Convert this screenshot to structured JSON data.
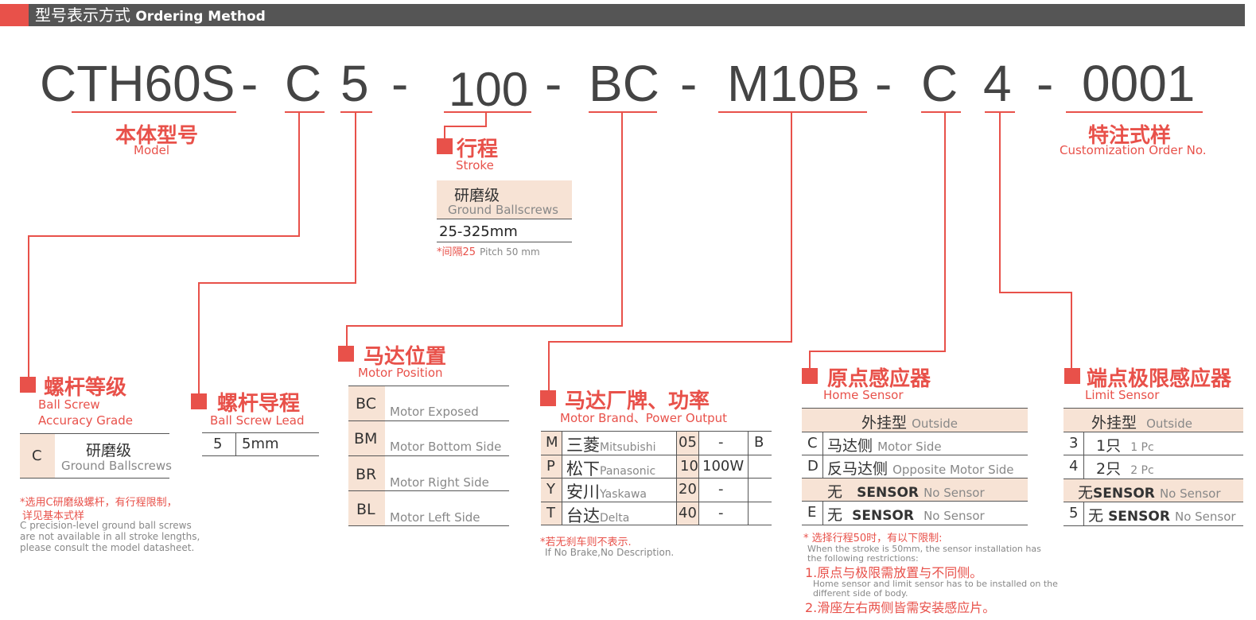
{
  "header": {
    "title_cn": "型号表示方式",
    "title_en": "Ordering Method"
  },
  "code": {
    "model": "CTH60S",
    "dash": "-",
    "c": "C",
    "five": "5",
    "stroke": "100",
    "bc": "BC",
    "m10b": "M10B",
    "c2": "C",
    "four": "4",
    "order": "0001"
  },
  "model": {
    "cn": "本体型号",
    "en": "Model"
  },
  "custom": {
    "cn": "特注式样",
    "en": "Customization Order No."
  },
  "stroke": {
    "cn": "行程",
    "en": "Stroke",
    "grade_cn": "研磨级",
    "grade_en": "Ground Ballscrews",
    "range": "25-325mm",
    "note_cn": "*间隔25",
    "note_en": "Pitch 50 mm"
  },
  "accuracy": {
    "cn": "螺杆等级",
    "en1": "Ball Screw",
    "en2": "Accuracy Grade",
    "code": "C",
    "grade_cn": "研磨级",
    "grade_en": "Ground Ballscrews",
    "note1": "*选用C研磨级螺杆，有行程限制，",
    "note2": "详见基本式样",
    "note3": "C precision-level ground ball screws",
    "note4": "are not available in all stroke lengths,",
    "note5": "please consult the model datasheet."
  },
  "lead": {
    "cn": "螺杆导程",
    "en": "Ball Screw Lead",
    "code": "5",
    "value": "5mm"
  },
  "motor_pos": {
    "cn": "马达位置",
    "en": "Motor Position",
    "rows": [
      {
        "code": "BC",
        "desc": "Motor Exposed"
      },
      {
        "code": "BM",
        "desc": "Motor Bottom Side"
      },
      {
        "code": "BR",
        "desc": "Motor Right Side"
      },
      {
        "code": "BL",
        "desc": "Motor Left Side"
      }
    ]
  },
  "brand": {
    "cn": "马达厂牌、功率",
    "en": "Motor Brand、Power Output",
    "rows": [
      {
        "code": "M",
        "cn": "三菱",
        "en": "Mitsubishi",
        "p": "05",
        "w": "-"
      },
      {
        "code": "P",
        "cn": "松下",
        "en": "Panasonic",
        "p": "10",
        "w": "100W"
      },
      {
        "code": "Y",
        "cn": "安川",
        "en": "Yaskawa",
        "p": "20",
        "w": "-"
      },
      {
        "code": "T",
        "cn": "台达",
        "en": "Delta",
        "p": "40",
        "w": "-"
      }
    ],
    "brake": "B",
    "note_cn": "*若无刹车则不表示.",
    "note_en": "If No Brake,No Description."
  },
  "home": {
    "cn": "原点感应器",
    "en": "Home Sensor",
    "title_cn": "外挂型",
    "title_en": "Outside",
    "rows": [
      {
        "code": "C",
        "cn": "马达侧",
        "en": "Motor Side"
      },
      {
        "code": "D",
        "cn": "反马达侧",
        "en": "Opposite Motor Side"
      },
      {
        "code": "",
        "cn": "无",
        "mid": "SENSOR",
        "en": "No Sensor"
      },
      {
        "code": "E",
        "cn": "无",
        "mid": "SENSOR",
        "en": "No Sensor"
      }
    ],
    "n1": "* 选择行程50时，有以下限制:",
    "n2": "When the stroke is 50mm, the sensor installation has",
    "n3": "the following restrictions:",
    "n4": "1.原点与极限需放置与不同侧。",
    "n5": "Home sensor and limit sensor has to be installed on the",
    "n6": "different side of body.",
    "n7": "2.滑座左右两侧皆需安装感应片。"
  },
  "limit": {
    "cn": "端点极限感应器",
    "en": "Limit Sensor",
    "title_cn": "外挂型",
    "title_en": "Outside",
    "r1c": "3",
    "r1cn": "1只",
    "r1en": "1 Pc",
    "r2c": "4",
    "r2cn": "2只",
    "r2en": "2 Pc",
    "r3cn": "无",
    "r3mid": "SENSOR",
    "r3en": "No Sensor",
    "r4c": "5",
    "r4cn": "无",
    "r4mid": "SENSOR",
    "r4en": "No Sensor"
  },
  "colors": {
    "accent": "#e8514a",
    "header": "#555555",
    "peach": "#f7e3d5"
  }
}
